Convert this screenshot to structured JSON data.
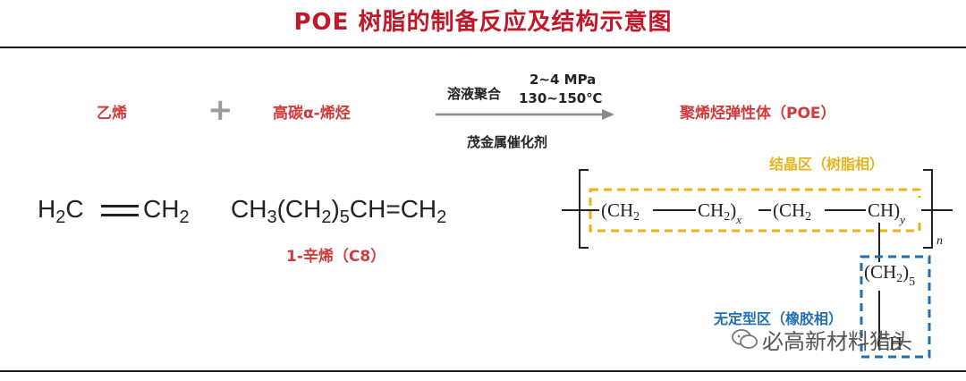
{
  "title": "POE 树脂的制备反应及结构示意图",
  "reactants": {
    "ethylene_name": "乙烯",
    "plus_sign": "+",
    "olefin_name": "高碳α-烯烃",
    "ethylene_formula": {
      "left": "H",
      "left_sub": "2",
      "left_tail": "C",
      "right": "CH",
      "right_sub": "2"
    },
    "octene_formula": [
      "CH",
      "3",
      "(CH",
      "2",
      ")",
      "5",
      "CH=CH",
      "2"
    ],
    "octene_name": "1-辛烯（C8）"
  },
  "reaction": {
    "method": "溶液聚合",
    "pressure": "2~4 MPa",
    "temperature": "130~150℃",
    "catalyst": "茂金属催化剂"
  },
  "product": {
    "name": "聚烯烃弹性体（POE）",
    "crystalline_label": "结晶区（树脂相）",
    "amorphous_label": "无定型区（橡胶相）",
    "chain": {
      "seg1a": "(CH",
      "seg1a_sub": "2",
      "seg1b": "CH",
      "seg1b_sub": "2",
      "seg1b_close": ")",
      "x": "x",
      "seg2a": "(CH",
      "seg2a_sub": "2",
      "seg2b": "CH)",
      "y": "y",
      "n": "n",
      "side_a": "(CH",
      "side_a_sub": "2",
      "side_a_close": ")",
      "side_sub": "5",
      "side_end": "CH"
    }
  },
  "watermark": "必高新材料猎头",
  "colors": {
    "title": "#c0182a",
    "red_label": "#d13a3a",
    "crystalline": "#e8b21a",
    "amorphous": "#1f6fb2",
    "arrow": "#8a8a8a"
  }
}
